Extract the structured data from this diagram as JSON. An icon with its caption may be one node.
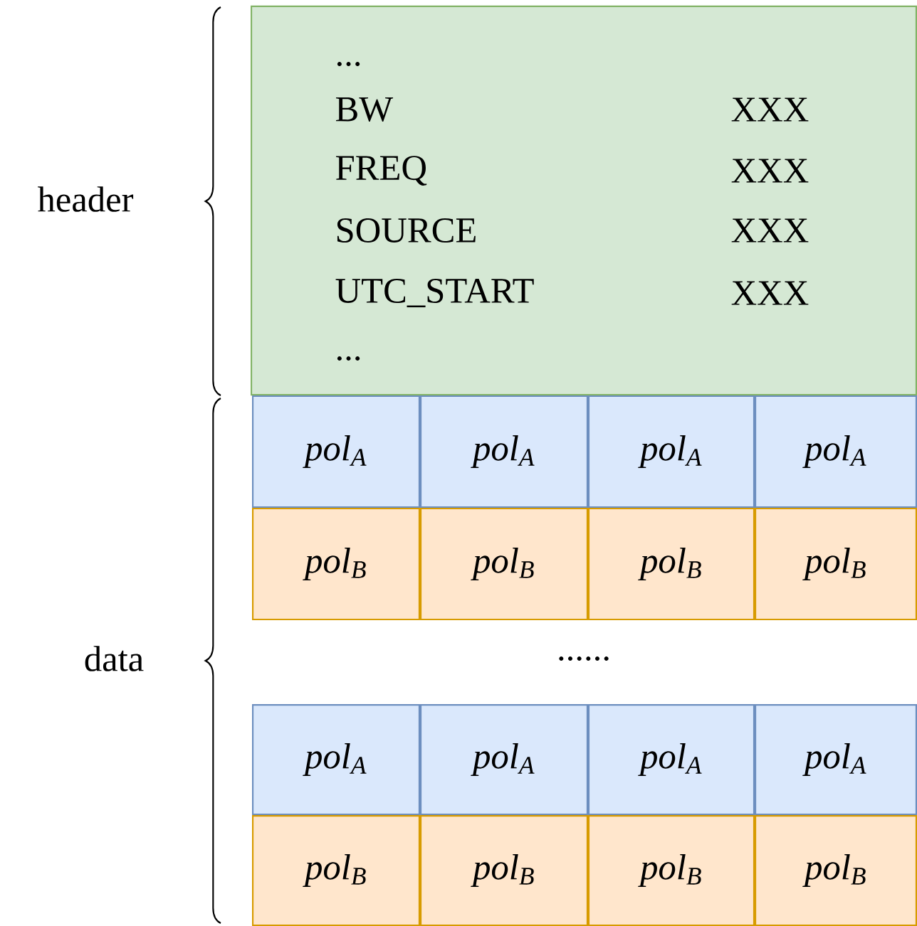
{
  "diagram": {
    "nodes": [
      {
        "text": [
          "...",
          "BW",
          "XXX",
          "FREQ",
          "XXX",
          "SOURCE",
          "XXX",
          "UTC_START",
          "XXX",
          "..."
        ]
      },
      {
        "text": [
          "pol$_{A}$"
        ]
      },
      {
        "text": [
          "pol$_{A}$"
        ]
      },
      {
        "text": [
          "pol$_{A}$"
        ]
      },
      {
        "text": [
          "pol$_{A}$"
        ]
      },
      {
        "text": [
          "pol$_{B}$"
        ]
      },
      {
        "text": [
          "pol$_{B}$"
        ]
      },
      {
        "text": [
          "pol$_{B}$"
        ]
      },
      {
        "text": [
          "pol$_{B}$"
        ]
      },
      {
        "text": [
          "pol$_{A}$"
        ]
      },
      {
        "text": [
          "pol$_{A}$"
        ]
      },
      {
        "text": [
          "pol$_{A}$"
        ]
      },
      {
        "text": [
          "pol$_{A}$"
        ]
      },
      {
        "text": [
          "pol$_{B}$"
        ]
      },
      {
        "text": [
          "pol$_{B}$"
        ]
      },
      {
        "text": [
          "pol$_{B}$"
        ]
      },
      {
        "text": [
          "pol$_{B}$"
        ]
      }
    ],
    "labels": [
      "header",
      "data",
      "......"
    ]
  }
}
